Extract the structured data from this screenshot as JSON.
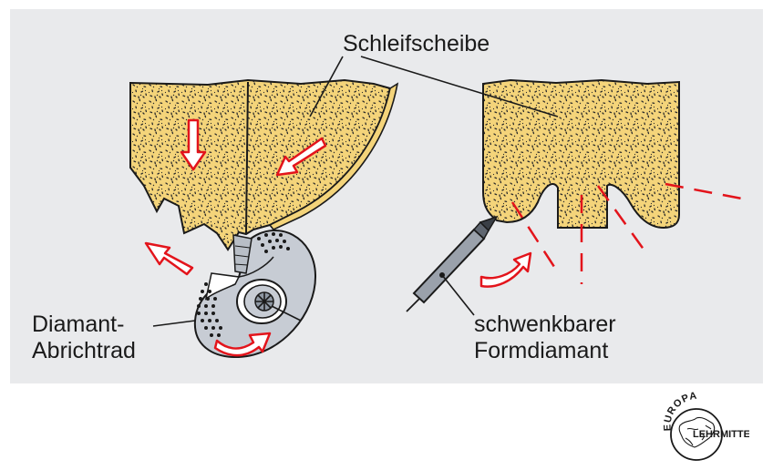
{
  "labels": {
    "schleifscheibe": "Schleifscheibe",
    "diamant_line1": "Diamant-",
    "diamant_line2": "Abrichtrad",
    "form_line1": "schwenkbarer",
    "form_line2": "Formdiamant"
  },
  "logo": {
    "arc_text": "EUROPA",
    "name_text": "LEHRMITTEL"
  },
  "colors": {
    "background_panel": "#e9eaec",
    "wheel_fill": "#f4d47a",
    "arrow_red": "#e3141b",
    "disc_gray": "#c7ccd4",
    "outline": "#1a1a1a"
  },
  "icons": [
    "europe-map-icon"
  ]
}
